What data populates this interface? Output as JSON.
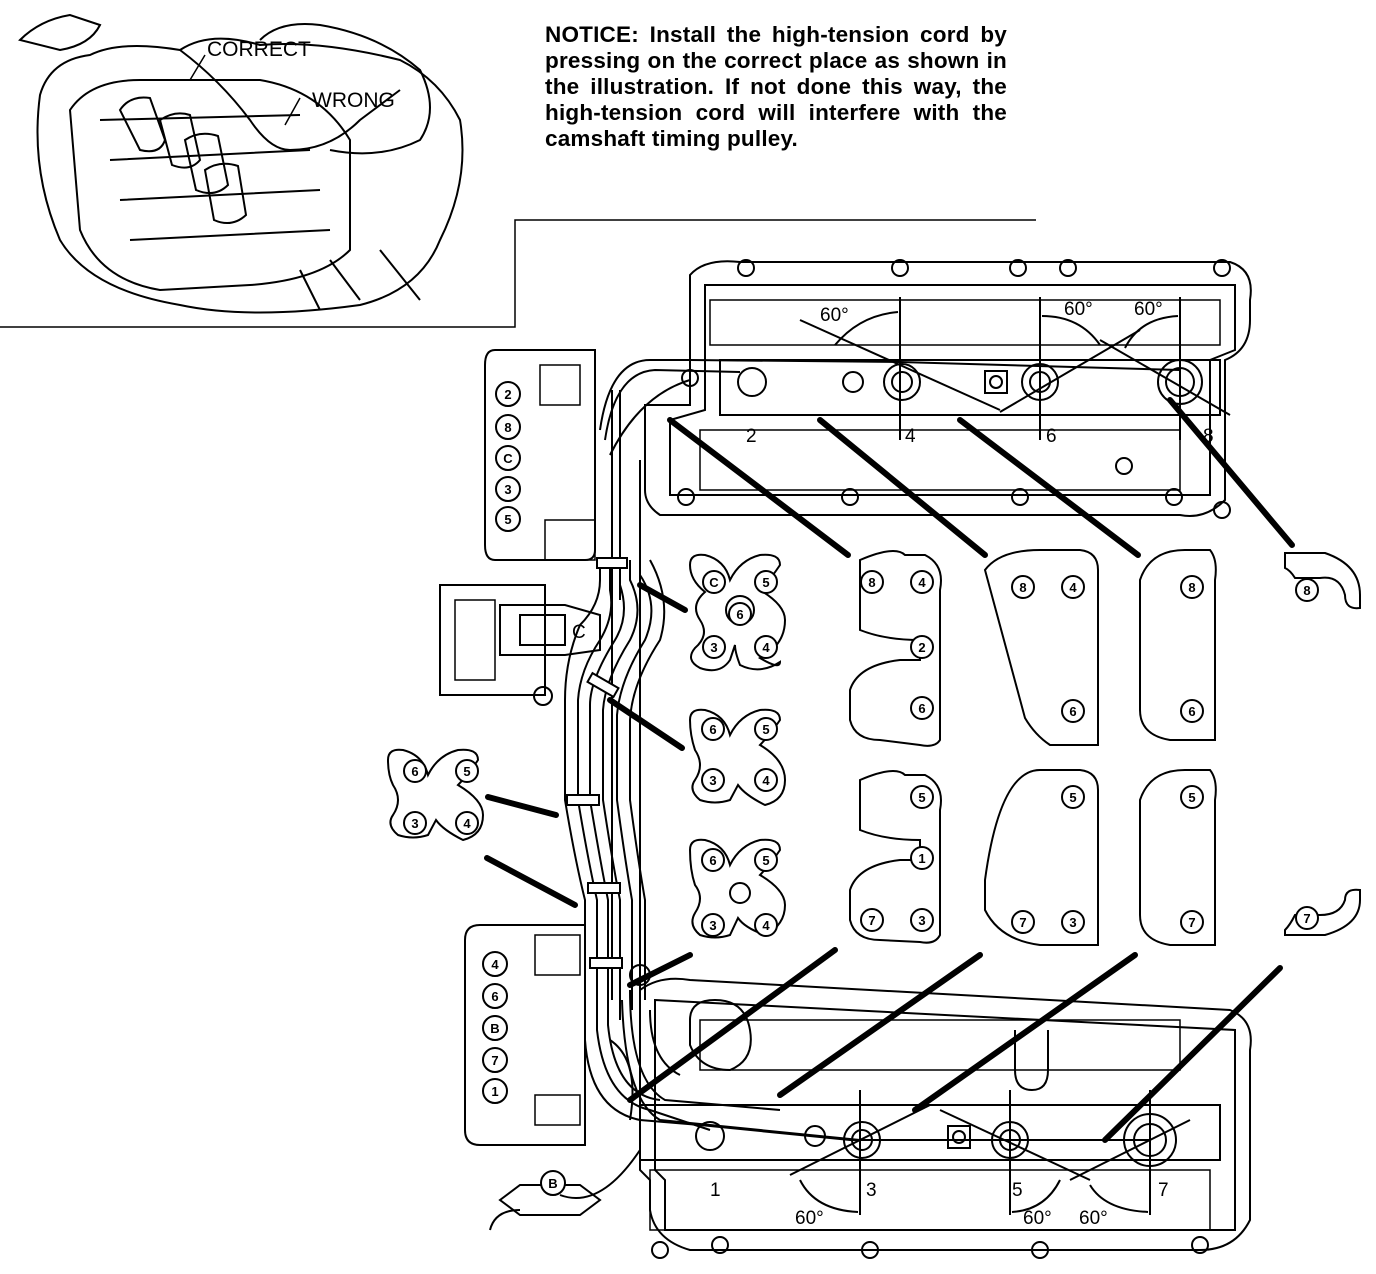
{
  "notice": {
    "heading": "NOTICE:",
    "text": "Install the high-tension cord by pressing on the correct place as shown in the illustration. If not done this way, the high-tension cord will interfere with the camshaft timing pulley."
  },
  "inset": {
    "correct_label": "CORRECT",
    "wrong_label": "WRONG"
  },
  "angles": {
    "top_left": "60°",
    "top_mid": "60°",
    "top_right": "60°",
    "bottom_left": "60°",
    "bottom_mid": "60°",
    "bottom_right": "60°"
  },
  "cylinders_top": [
    "2",
    "4",
    "6",
    "8"
  ],
  "cylinders_bottom": [
    "1",
    "3",
    "5",
    "7"
  ],
  "distributor_c_label": "C",
  "coil_top_terminals": [
    "2",
    "8",
    "C",
    "3",
    "5"
  ],
  "coil_bottom_terminals": [
    "4",
    "6",
    "B",
    "7",
    "1"
  ],
  "coil_b_label": "B",
  "clamp_labels": {
    "clamp_a": [
      "C",
      "5",
      "6",
      "3",
      "4"
    ],
    "clamp_b": [
      "6",
      "5",
      "3",
      "4"
    ],
    "clamp_c": [
      "6",
      "5",
      "3",
      "4"
    ],
    "clamp_d": [
      "6",
      "5",
      "3",
      "4"
    ]
  },
  "holder_labels": {
    "holder_1_top": [
      "8",
      "4",
      "2",
      "6"
    ],
    "holder_1_bottom": [
      "5",
      "1",
      "7",
      "3"
    ],
    "holder_2_top": [
      "8",
      "4",
      "6"
    ],
    "holder_2_bottom": [
      "5",
      "7",
      "3"
    ],
    "holder_3_top": [
      "8",
      "6"
    ],
    "holder_3_bottom": [
      "5",
      "7"
    ],
    "holder_4_top": [
      "8"
    ],
    "holder_4_bottom": [
      "7"
    ]
  }
}
